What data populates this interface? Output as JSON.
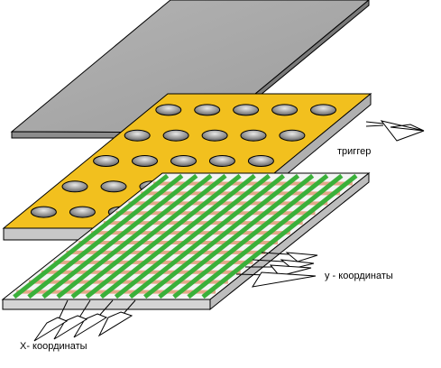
{
  "labels": {
    "trigger": "триггер",
    "y_coords": "y - координаты",
    "x_coords": "X- координаты"
  },
  "colors": {
    "top_plate": "#a6a6a6",
    "top_plate_edge": "#8c8c8c",
    "middle_plate": "#f2c01e",
    "middle_plate_edge": "#bcbcbc",
    "hole": "#9a9a9a",
    "strip_green": "#3ab03a",
    "strip_pink": "#e6a88a",
    "grid_base": "#f2f2f2",
    "outline": "#000000"
  }
}
